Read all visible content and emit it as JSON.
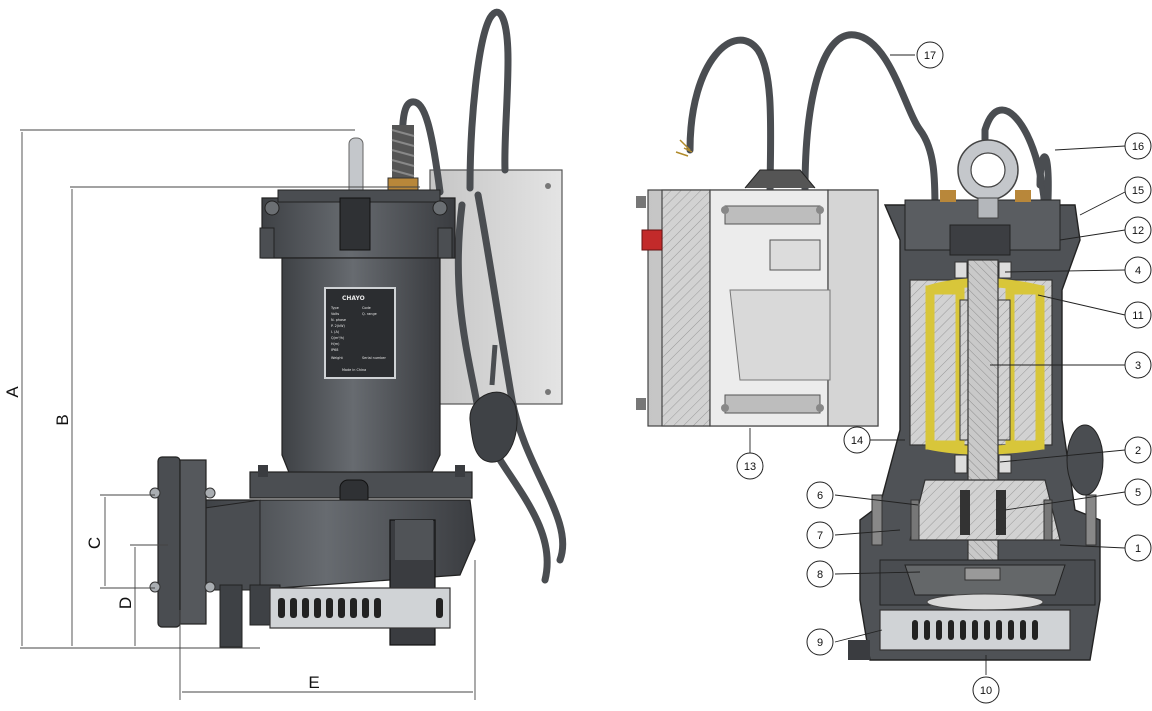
{
  "dimensions": {
    "A": "A",
    "B": "B",
    "C": "C",
    "D": "D",
    "E": "E"
  },
  "callouts": [
    "1",
    "2",
    "3",
    "4",
    "5",
    "6",
    "7",
    "8",
    "9",
    "10",
    "11",
    "12",
    "13",
    "14",
    "15",
    "16",
    "17"
  ],
  "nameplate": {
    "brand": "CHAYO",
    "lines": [
      "Type",
      "Volts",
      "N. phase",
      "P. 2(kW)",
      "I. (A)",
      "Q(m³/h)",
      "H(m)",
      "IP68",
      "Weight"
    ],
    "values": [
      "Code",
      "Q. range",
      "",
      "",
      "",
      "",
      "",
      "",
      "Serial number"
    ],
    "footer": "Made in China"
  },
  "colors": {
    "body": "#5c5f63",
    "body_dark": "#3e4145",
    "body_light": "#7d8185",
    "metal": "#bfc3c7",
    "panel": "#d7d7d7",
    "section": "#cfcfcf",
    "winding": "#d8c63a",
    "line": "#222222"
  },
  "icons": [
    "lifting-eye-icon",
    "float-switch-icon",
    "strainer-icon",
    "cable-gland-icon"
  ]
}
